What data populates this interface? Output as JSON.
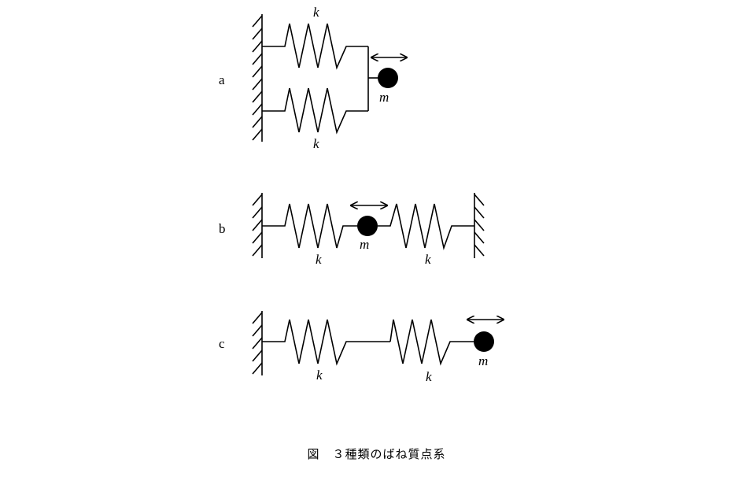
{
  "systems": [
    {
      "label": "a",
      "spring_labels": [
        "k",
        "k"
      ],
      "mass_label": "m"
    },
    {
      "label": "b",
      "spring_labels": [
        "k",
        "k"
      ],
      "mass_label": "m"
    },
    {
      "label": "c",
      "spring_labels": [
        "k",
        "k"
      ],
      "mass_label": "m"
    }
  ],
  "caption": "図　３種類のばね質点系"
}
